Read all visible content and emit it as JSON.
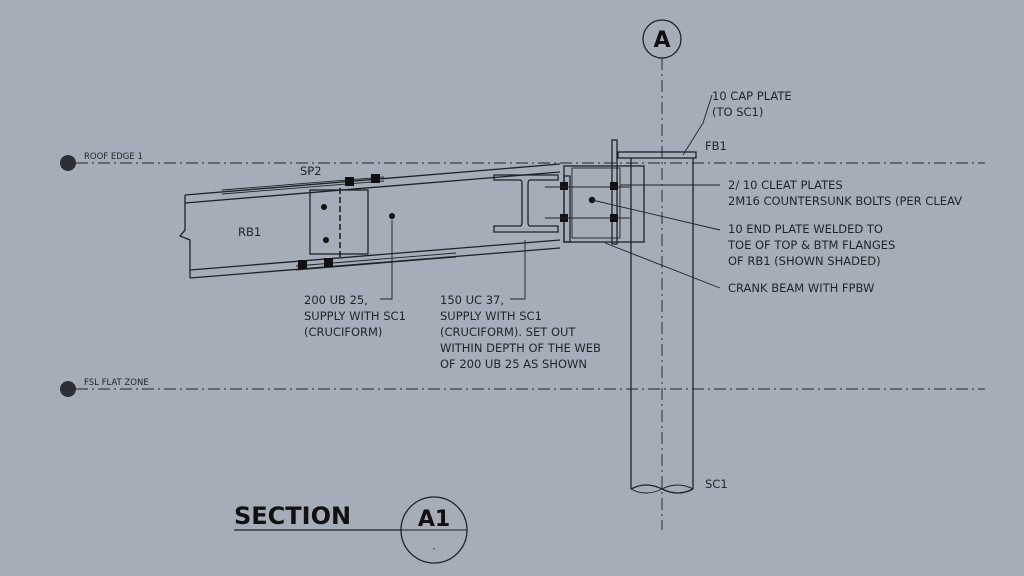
{
  "grid": {
    "bubble": "A"
  },
  "levels": {
    "roof_edge": "ROOF EDGE 1",
    "fsl": "FSL FLAT ZONE"
  },
  "members": {
    "rb": "RB1",
    "sp": "SP2",
    "fb": "FB1",
    "sc": "SC1"
  },
  "notes": {
    "cap_plate": [
      "10 CAP PLATE",
      "(TO SC1)"
    ],
    "cleat": [
      "2/ 10 CLEAT PLATES",
      "2M16 COUNTERSUNK BOLTS (PER CLEAV"
    ],
    "end_plate": [
      "10 END PLATE WELDED TO",
      "TOE OF TOP & BTM FLANGES",
      "OF RB1 (SHOWN SHADED)"
    ],
    "crank": [
      "CRANK BEAM WITH FPBW"
    ],
    "ub": [
      "200 UB 25,",
      "SUPPLY WITH SC1",
      "(CRUCIFORM)"
    ],
    "uc": [
      "150 UC 37,",
      "SUPPLY WITH SC1",
      "(CRUCIFORM). SET OUT",
      "WITHIN DEPTH OF THE WEB",
      "OF 200 UB 25 AS SHOWN"
    ]
  },
  "section": {
    "label": "SECTION",
    "id": "A1",
    "sheet": "-"
  }
}
